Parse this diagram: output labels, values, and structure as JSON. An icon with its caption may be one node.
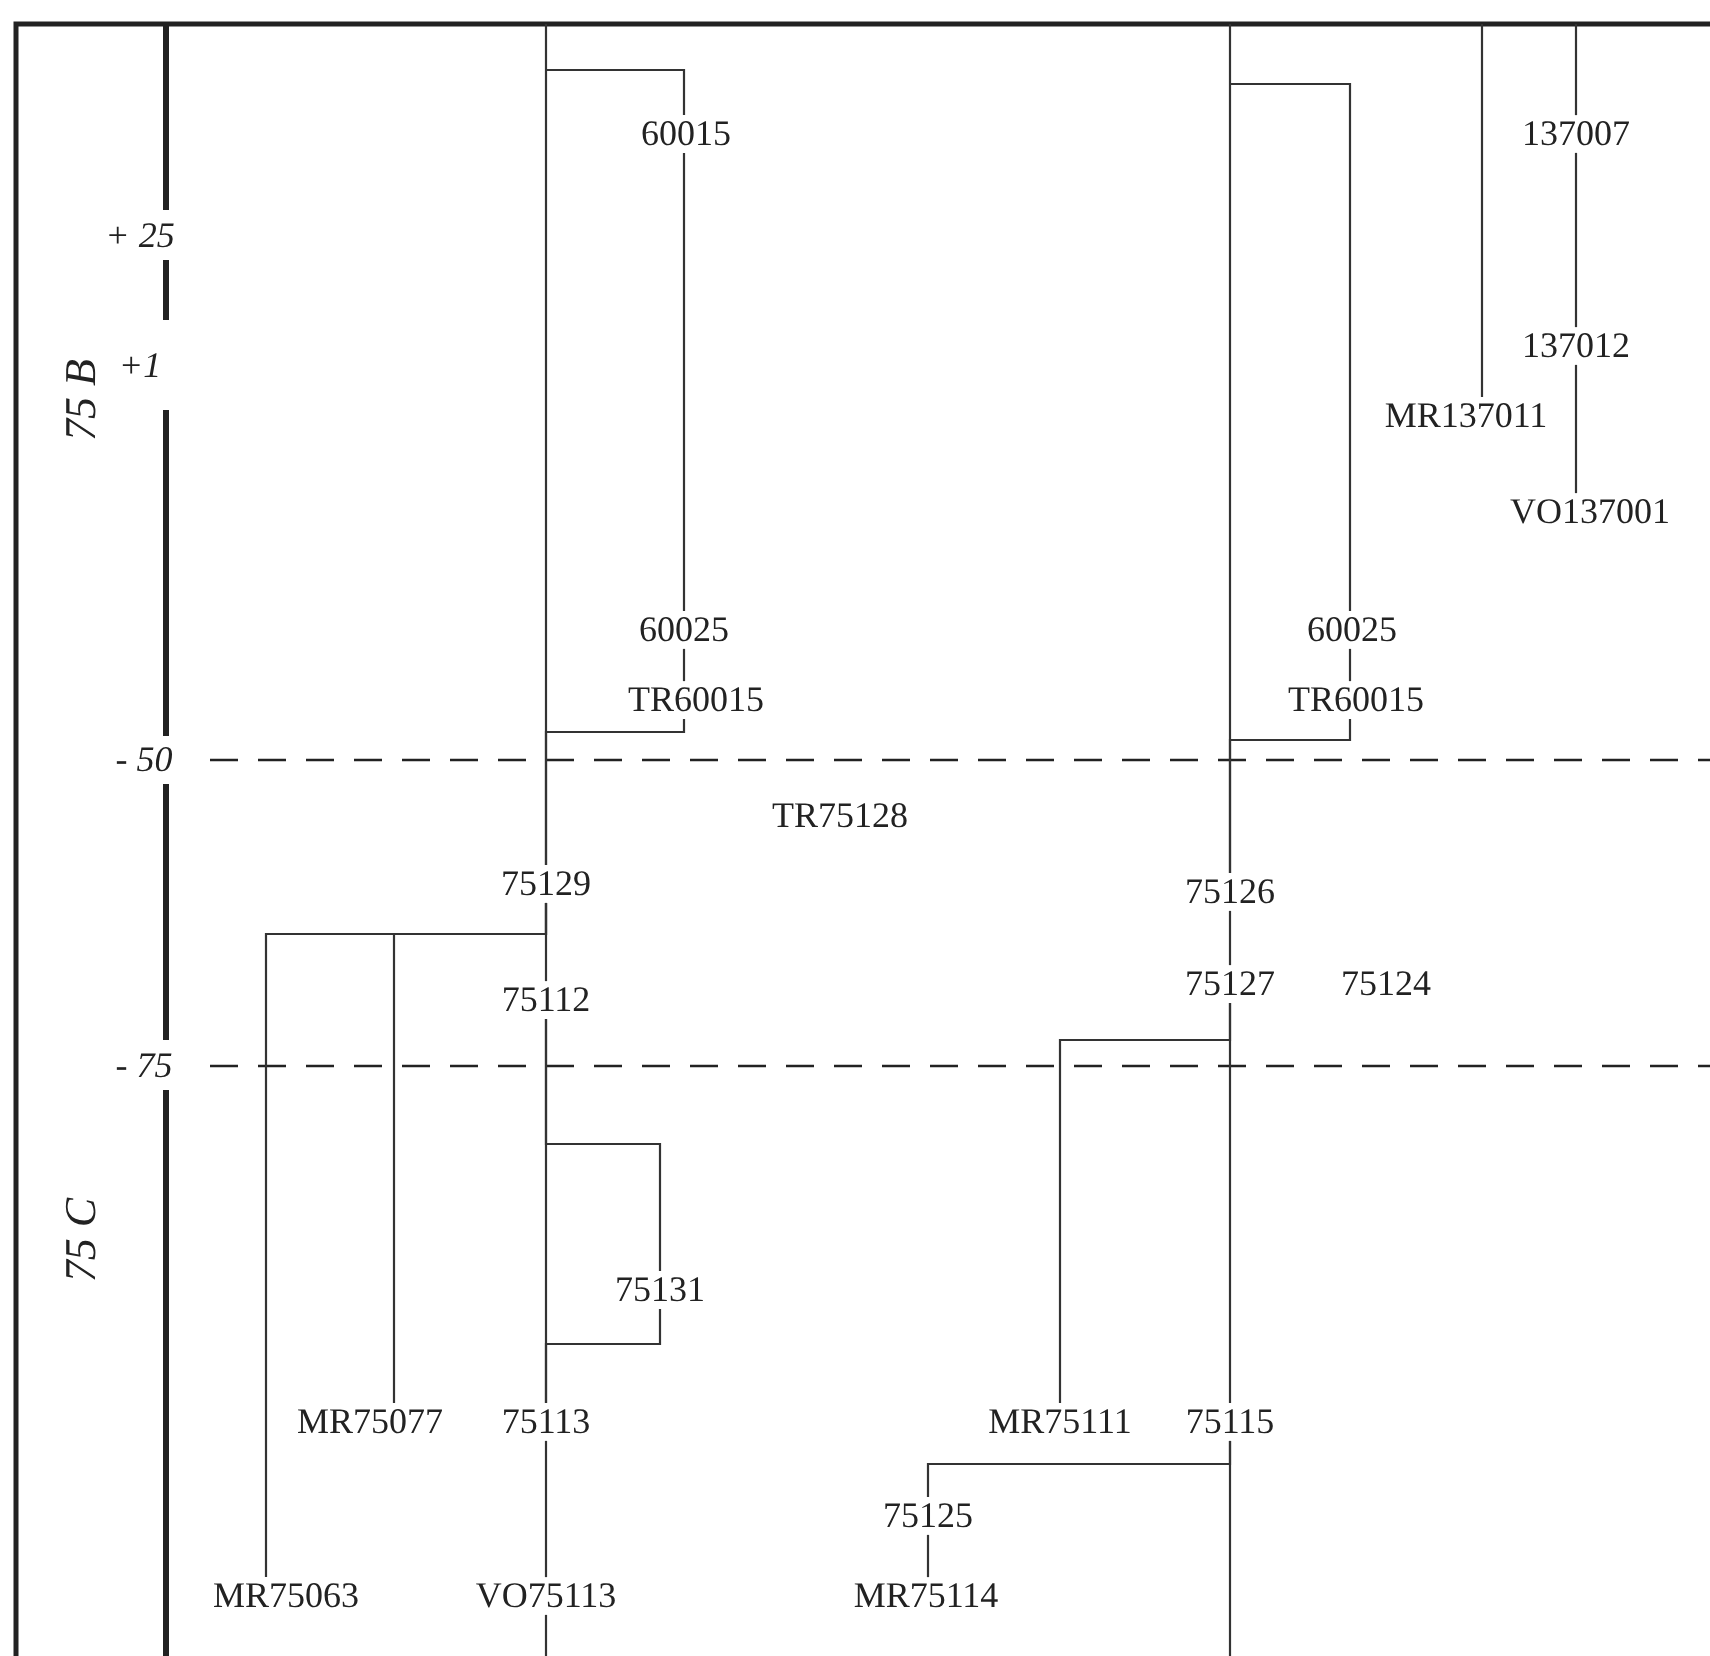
{
  "diagram": {
    "nodes": [
      {
        "text": [
          "60015"
        ]
      },
      {
        "text": [
          "60025"
        ]
      },
      {
        "text": [
          "TR60015"
        ]
      },
      {
        "text": [
          "TR75128"
        ]
      },
      {
        "text": [
          "75129"
        ]
      },
      {
        "text": [
          "75112"
        ]
      },
      {
        "text": [
          "75131"
        ]
      },
      {
        "text": [
          "MR75077"
        ]
      },
      {
        "text": [
          "75113"
        ]
      },
      {
        "text": [
          "MR75063"
        ]
      },
      {
        "text": [
          "VO75113"
        ]
      },
      {
        "text": [
          "60025"
        ]
      },
      {
        "text": [
          "TR60015"
        ]
      },
      {
        "text": [
          "137007"
        ]
      },
      {
        "text": [
          "137012"
        ]
      },
      {
        "text": [
          "MR137011"
        ]
      },
      {
        "text": [
          "VO137001"
        ]
      },
      {
        "text": [
          "75126"
        ]
      },
      {
        "text": [
          "75127"
        ]
      },
      {
        "text": [
          "75124"
        ]
      },
      {
        "text": [
          "MR75111"
        ]
      },
      {
        "text": [
          "75115"
        ]
      },
      {
        "text": [
          "75125"
        ]
      },
      {
        "text": [
          "MR75114"
        ]
      }
    ],
    "edges": [
      {
        "from": null,
        "to": 0,
        "arrow": "none"
      },
      {
        "from": 0,
        "to": 1,
        "arrow": "none"
      },
      {
        "from": 1,
        "to": 2,
        "arrow": "none"
      },
      {
        "from": 2,
        "to": 4,
        "arrow": "none"
      },
      {
        "from": null,
        "to": 4,
        "arrow": "none"
      },
      {
        "from": 4,
        "to": 5,
        "arrow": "none"
      },
      {
        "from": 4,
        "to": 7,
        "arrow": "none"
      },
      {
        "from": 4,
        "to": 9,
        "arrow": "none"
      },
      {
        "from": 5,
        "to": 6,
        "arrow": "none"
      },
      {
        "from": 6,
        "to": 8,
        "arrow": "none"
      },
      {
        "from": 5,
        "to": 8,
        "arrow": "none"
      },
      {
        "from": 8,
        "to": 10,
        "arrow": "none"
      },
      {
        "from": 10,
        "to": null,
        "arrow": "none"
      },
      {
        "from": null,
        "to": 11,
        "arrow": "none"
      },
      {
        "from": 11,
        "to": 12,
        "arrow": "none"
      },
      {
        "from": 12,
        "to": 17,
        "arrow": "none"
      },
      {
        "from": null,
        "to": 17,
        "arrow": "none"
      },
      {
        "from": 17,
        "to": 18,
        "arrow": "none"
      },
      {
        "from": 18,
        "to": 20,
        "arrow": "none"
      },
      {
        "from": 18,
        "to": 21,
        "arrow": "none"
      },
      {
        "from": 21,
        "to": 22,
        "arrow": "none"
      },
      {
        "from": 21,
        "to": null,
        "arrow": "none"
      },
      {
        "from": 22,
        "to": 23,
        "arrow": "none"
      },
      {
        "from": null,
        "to": 15,
        "arrow": "none"
      },
      {
        "from": null,
        "to": 13,
        "arrow": "none"
      },
      {
        "from": 13,
        "to": 14,
        "arrow": "none"
      },
      {
        "from": 14,
        "to": 16,
        "arrow": "none"
      }
    ],
    "labels": [
      "+ 25",
      "75 B",
      "+1",
      "- 50",
      "- 75",
      "75 C"
    ]
  }
}
